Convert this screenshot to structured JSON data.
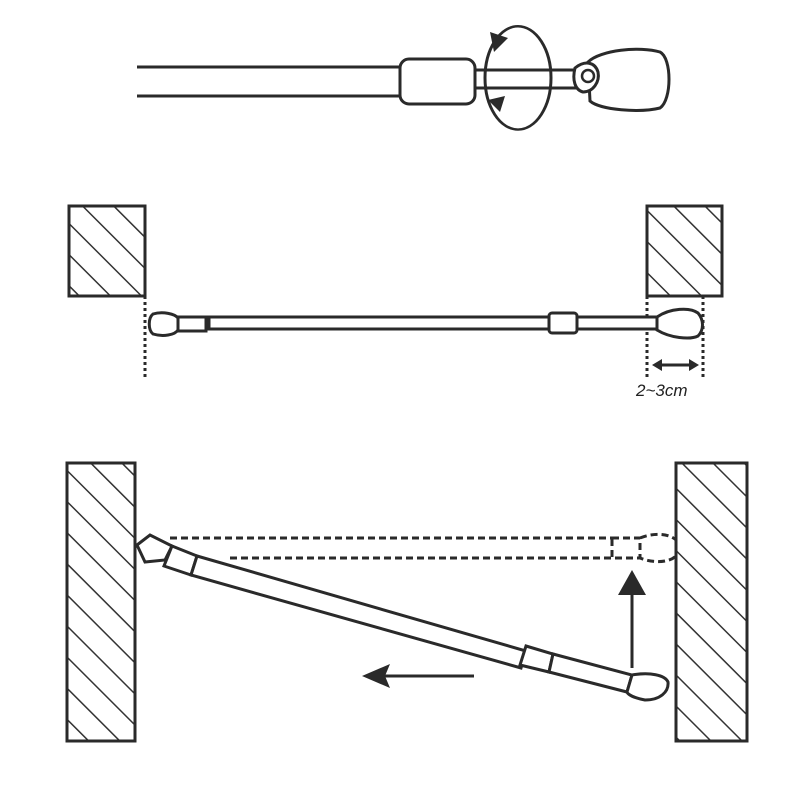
{
  "diagram": {
    "title": "Tension curtain rod installation steps",
    "colors": {
      "stroke": "#2a2a2a",
      "background": "#ffffff",
      "hatch": "#333333"
    },
    "panels": [
      {
        "id": "step-1",
        "description": "Twist the rod end to adjust/lock length",
        "elements": [
          "rod",
          "locking-sleeve",
          "end-cap",
          "rotation-arrows"
        ]
      },
      {
        "id": "step-2",
        "description": "Extend rod 2~3cm longer than gap between walls",
        "elements": [
          "left-wall",
          "right-wall",
          "rod",
          "dotted-guides",
          "dimension-arrow"
        ],
        "dimension_label": "2~3cm"
      },
      {
        "id": "step-3",
        "description": "Place one end on wall, compress rod and push other end up into horizontal position",
        "elements": [
          "left-wall",
          "right-wall",
          "tilted-rod",
          "dashed-final-rod",
          "left-arrow",
          "up-arrow"
        ]
      }
    ]
  }
}
